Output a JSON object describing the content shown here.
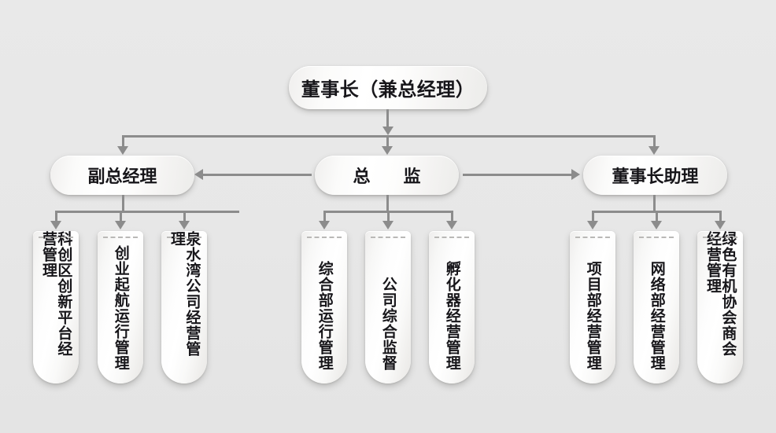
{
  "diagram": {
    "title_text": "董事长（兼总经理）",
    "background_color": "#e8e8e8",
    "node_fill_color": "#ffffff",
    "connector_color": "#8c8c8c",
    "text_color": "#17161a"
  },
  "tier1": {
    "label": "董事长（兼总经理）"
  },
  "tier2": [
    {
      "id": "vice-general-manager",
      "label": "副总经理"
    },
    {
      "id": "director",
      "label": "总　监"
    },
    {
      "id": "chairman-assistant",
      "label": "董事长助理"
    }
  ],
  "tier3": [
    {
      "id": "kechuangqu",
      "group": "vice-general-manager",
      "label": "科创区创新平台经营管理"
    },
    {
      "id": "chuangye",
      "group": "vice-general-manager",
      "label": "创业起航运行管理"
    },
    {
      "id": "quanshuiwan",
      "group": "vice-general-manager",
      "label": "泉水湾公司经营管理"
    },
    {
      "id": "zongheb",
      "group": "director",
      "label": "综合部运行管理"
    },
    {
      "id": "gongsijiandu",
      "group": "director",
      "label": "公司综合监督"
    },
    {
      "id": "fuhuaqi",
      "group": "director",
      "label": "孵化器经营管理"
    },
    {
      "id": "xiangmubu",
      "group": "chairman-assistant",
      "label": "项目部经营管理"
    },
    {
      "id": "wangluobu",
      "group": "chairman-assistant",
      "label": "网络部经营管理"
    },
    {
      "id": "lvseyouji",
      "group": "chairman-assistant",
      "label": "绿色有机协会商会经营管理"
    }
  ]
}
